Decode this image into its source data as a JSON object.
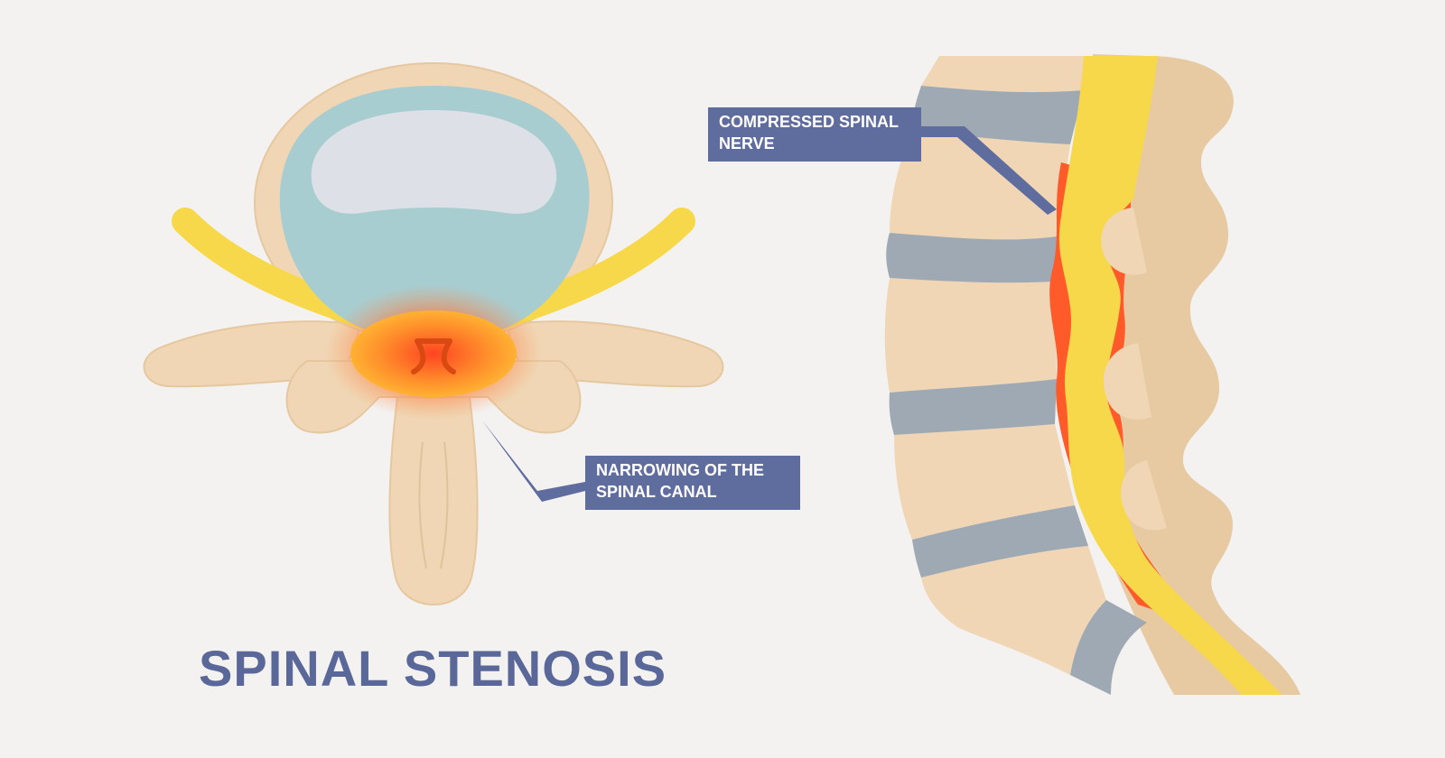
{
  "diagram": {
    "title": "SPINAL STENOSIS",
    "callouts": {
      "compressed_nerve": {
        "line1": "COMPRESSED SPINAL",
        "line2": "NERVE"
      },
      "narrowing_canal": {
        "line1": "NARROWING OF THE",
        "line2": "SPINAL CANAL"
      }
    }
  },
  "colors": {
    "background": "#f3f2f0",
    "bone": "#f0d6b4",
    "bone_dark": "#e7c9a2",
    "disc_outer": "#a8cdd0",
    "disc_inner": "#dde0e6",
    "intervertebral_disc": "#9fa9b3",
    "nerve": "#f7d84a",
    "inflammation": "#ff5a2a",
    "callout": "#5f6c9e",
    "title": "#5a6799"
  },
  "icons": {
    "left": "vertebra-cross-section-illustration",
    "right": "lumbar-spine-side-view-illustration"
  }
}
